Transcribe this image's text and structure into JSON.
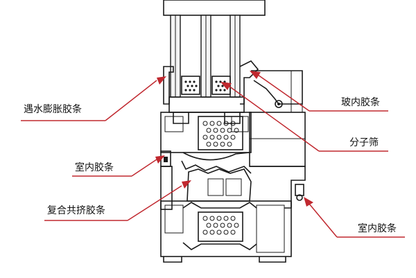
{
  "labels": {
    "swelling_strip": "遇水膨胀胶条",
    "indoor_strip_left": "室内胶条",
    "coextruded_strip": "复合共挤胶条",
    "glass_strip": "玻内胶条",
    "molecular_sieve": "分子筛",
    "indoor_strip_right": "室内胶条"
  },
  "colors": {
    "leader": "#c0282f",
    "outline": "#1a1a1a",
    "background": "#ffffff"
  }
}
